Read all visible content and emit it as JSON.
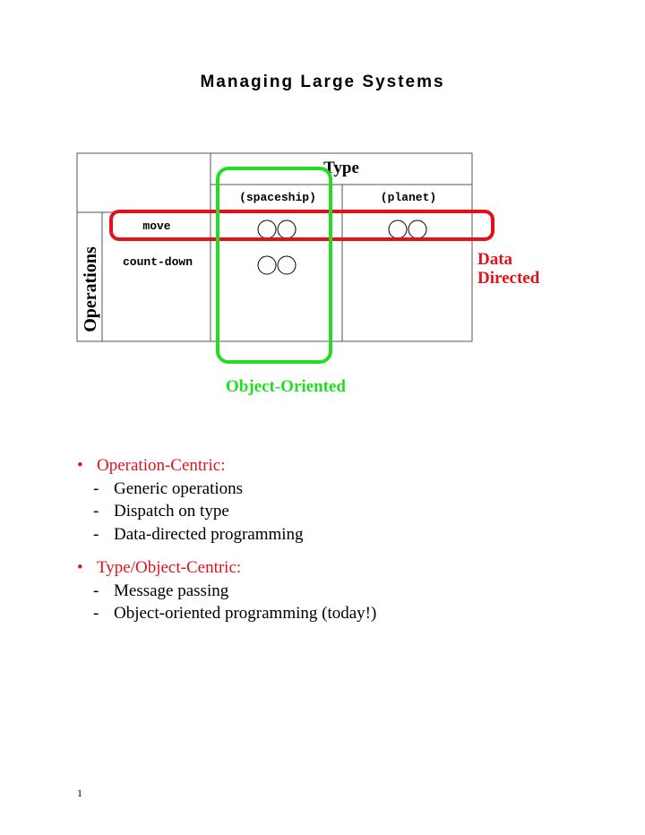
{
  "title": "Managing Large Systems",
  "diagram": {
    "type_header": "Type",
    "columns": [
      "(spaceship)",
      "(planet)"
    ],
    "rows_header": "Operations",
    "rows": [
      "move",
      "count-down"
    ],
    "data_directed": [
      "Data",
      "Directed"
    ],
    "object_oriented": "Object-Oriented",
    "colors": {
      "data_directed": "#e3121a",
      "object_oriented": "#22dd22",
      "grid": "#555555"
    }
  },
  "bullets": [
    {
      "head": "Operation-Centric:",
      "items": [
        "Generic operations",
        "Dispatch on type",
        "Data-directed programming"
      ]
    },
    {
      "head": "Type/Object-Centric:",
      "items": [
        "Message passing",
        "Object-oriented programming (today!)"
      ]
    }
  ],
  "page_number": "1"
}
